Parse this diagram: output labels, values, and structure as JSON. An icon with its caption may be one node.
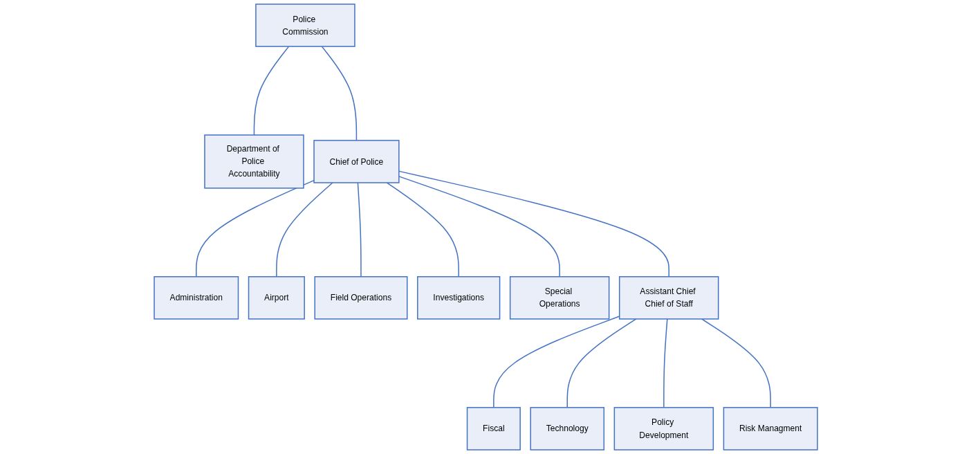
{
  "diagram": {
    "nodes": [
      {
        "text": [
          "Police Commission"
        ]
      },
      {
        "text": [
          "Department of Police Accountability"
        ]
      },
      {
        "text": [
          "Chief of Police"
        ]
      },
      {
        "text": [
          "Administration"
        ]
      },
      {
        "text": [
          "Airport"
        ]
      },
      {
        "text": [
          "Field Operations"
        ]
      },
      {
        "text": [
          "Investigations"
        ]
      },
      {
        "text": [
          "Special Operations"
        ]
      },
      {
        "text": [
          "Assistant Chief Chief of Staff"
        ]
      },
      {
        "text": [
          "Fiscal"
        ]
      },
      {
        "text": [
          "Technology"
        ]
      },
      {
        "text": [
          "Policy Development"
        ]
      },
      {
        "text": [
          "Risk Managment"
        ]
      }
    ],
    "edges": [
      {
        "from": 0,
        "to": 1,
        "arrow": "none"
      },
      {
        "from": 0,
        "to": 2,
        "arrow": "none"
      },
      {
        "from": 2,
        "to": 3,
        "arrow": "none"
      },
      {
        "from": 2,
        "to": 4,
        "arrow": "none"
      },
      {
        "from": 2,
        "to": 5,
        "arrow": "none"
      },
      {
        "from": 2,
        "to": 6,
        "arrow": "none"
      },
      {
        "from": 2,
        "to": 7,
        "arrow": "none"
      },
      {
        "from": 2,
        "to": 8,
        "arrow": "none"
      },
      {
        "from": 8,
        "to": 9,
        "arrow": "none"
      },
      {
        "from": 8,
        "to": 10,
        "arrow": "none"
      },
      {
        "from": 8,
        "to": 11,
        "arrow": "none"
      },
      {
        "from": 8,
        "to": 12,
        "arrow": "none"
      }
    ]
  }
}
